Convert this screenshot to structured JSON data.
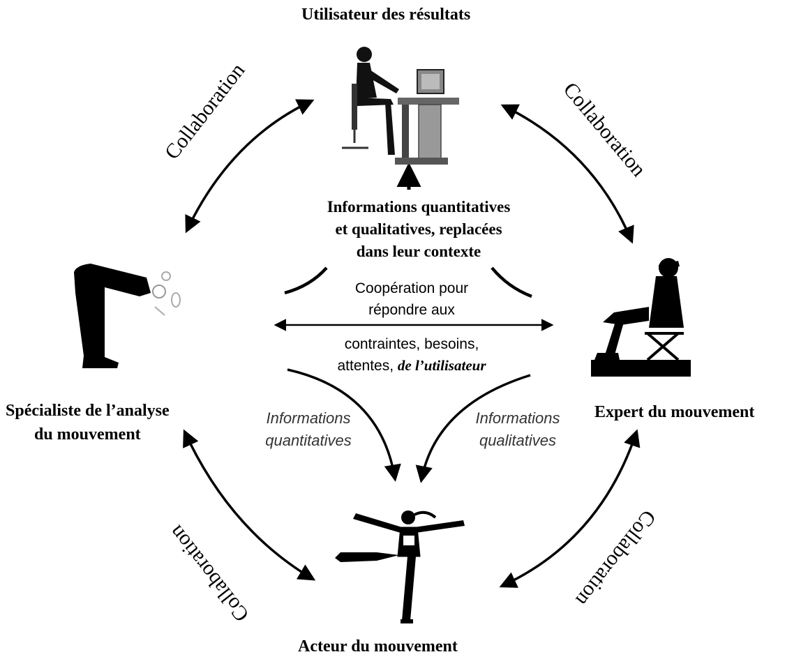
{
  "nodes": {
    "top": "Utilisateur des résultats",
    "left_line1": "Spécialiste de l’analyse",
    "left_line2": "du mouvement",
    "right": "Expert du mouvement",
    "bottom": "Acteur du mouvement"
  },
  "center": {
    "line1": "Informations quantitatives",
    "line2": "et qualitatives, replacées",
    "line3": "dans leur contexte"
  },
  "cooperation": {
    "line1": "Coopération pour",
    "line2": "répondre aux",
    "line3": "contraintes, besoins,",
    "line4_plain": "attentes, ",
    "line4_emph": "de l’utilisateur"
  },
  "info_left": {
    "line1": "Informations",
    "line2": "quantitatives"
  },
  "info_right": {
    "line1": "Informations",
    "line2": "qualitatives"
  },
  "collaboration": {
    "top_left": "Collaboration",
    "top_right": "Collaboration",
    "bottom_left": "Collaboration",
    "bottom_right": "Collaboration"
  },
  "icons": {
    "top": "computer-user-icon",
    "left": "bending-person-icon",
    "right": "seated-expert-icon",
    "bottom": "dancer-icon"
  }
}
